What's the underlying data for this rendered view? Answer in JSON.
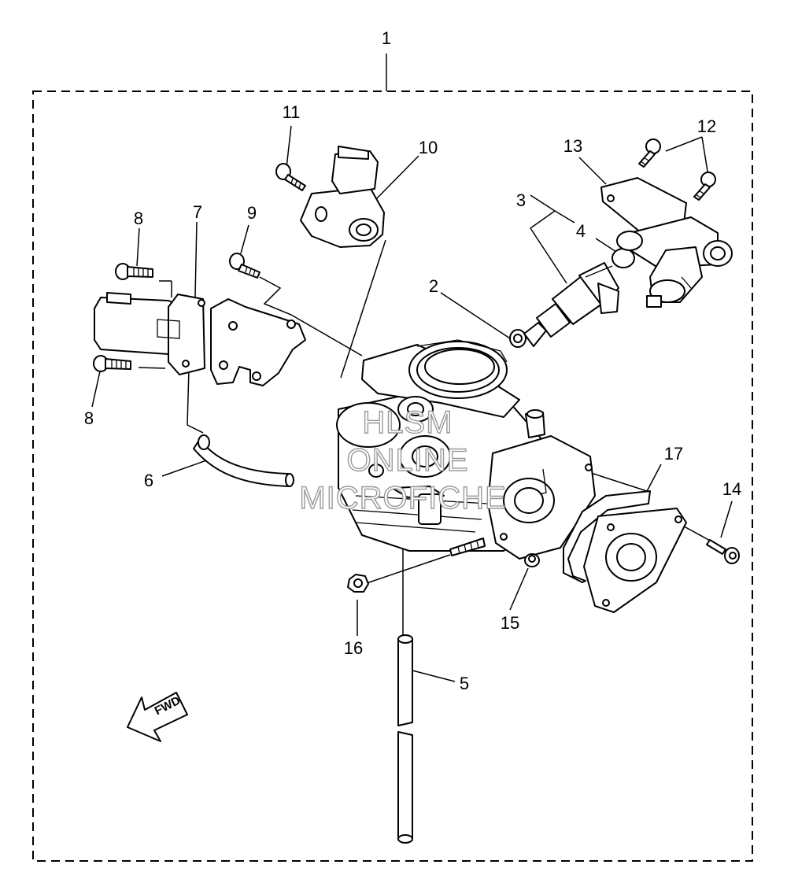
{
  "callouts": [
    {
      "id": "1",
      "text": "1"
    },
    {
      "id": "2",
      "text": "2"
    },
    {
      "id": "3",
      "text": "3"
    },
    {
      "id": "4",
      "text": "4"
    },
    {
      "id": "5",
      "text": "5"
    },
    {
      "id": "6",
      "text": "6"
    },
    {
      "id": "7",
      "text": "7"
    },
    {
      "id": "8a",
      "text": "8"
    },
    {
      "id": "8b",
      "text": "8"
    },
    {
      "id": "9",
      "text": "9"
    },
    {
      "id": "10",
      "text": "10"
    },
    {
      "id": "11",
      "text": "11"
    },
    {
      "id": "12",
      "text": "12"
    },
    {
      "id": "13",
      "text": "13"
    },
    {
      "id": "14",
      "text": "14"
    },
    {
      "id": "15",
      "text": "15"
    },
    {
      "id": "16",
      "text": "16"
    },
    {
      "id": "17",
      "text": "17"
    }
  ],
  "direction_arrow": {
    "text": "FWD"
  },
  "watermark": {
    "line1": "HLSM",
    "line2": "ONLINE",
    "line3": "MICROFICHE"
  }
}
